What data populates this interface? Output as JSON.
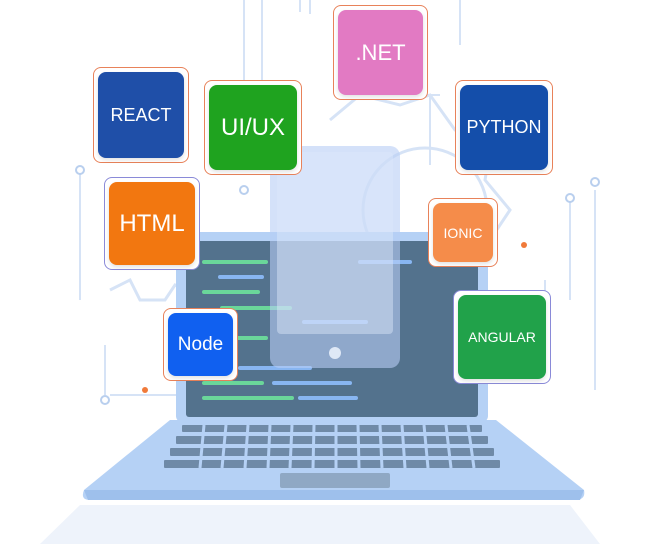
{
  "badges": {
    "net": {
      "label": ".NET",
      "color": "#e27ac3"
    },
    "react": {
      "label": "REACT",
      "color": "#1f4fa8"
    },
    "uiux": {
      "label": "UI/UX",
      "color": "#1fa31f"
    },
    "python": {
      "label": "PYTHON",
      "color": "#144eaa"
    },
    "html": {
      "label": "HTML",
      "color": "#f27710"
    },
    "ionic": {
      "label": "IONIC",
      "color": "#f58c4a"
    },
    "node": {
      "label": "Node",
      "color": "#1060f0"
    },
    "angular": {
      "label": "ANGULAR",
      "color": "#21a24a"
    }
  },
  "colors": {
    "laptop_body": "#b5d1f5",
    "laptop_screen": "#53728d",
    "code_green": "#6ad69a",
    "code_blue": "#88b6f2",
    "phone": "#b8cdf5",
    "background_lines": "#d6e3f6",
    "accent_dot": "#f07a3a"
  }
}
